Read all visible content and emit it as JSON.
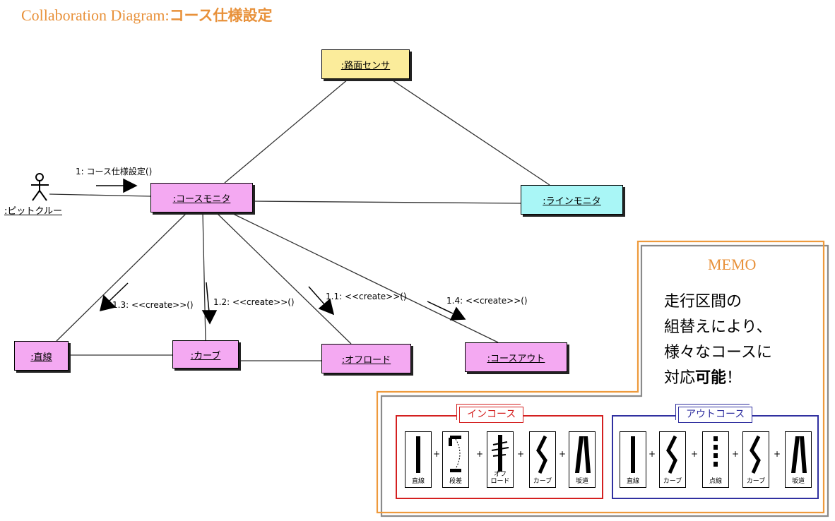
{
  "title": {
    "prefix": "Collaboration Diagram:",
    "main": "コース仕様設定"
  },
  "objects": {
    "sensor": ":路面センサ",
    "course_monitor": ":コースモニタ",
    "line_monitor": ":ラインモニタ",
    "straight": ":直線",
    "curve": ":カーブ",
    "offroad": ":オフロード",
    "course_out": ":コースアウト"
  },
  "actor": ":ピットクルー",
  "messages": {
    "m1": "1: コース仕様設定()",
    "m11": "1.1: <<create>>()",
    "m12": "1.2: <<create>>()",
    "m13": "1.3: <<create>>()",
    "m14": "1.4: <<create>>()"
  },
  "memo": {
    "title": "MEMO",
    "lines": [
      "走行区間の",
      "組替えにより、",
      "様々なコースに",
      "対応可能！"
    ]
  },
  "in_course": {
    "label": "インコース",
    "color": "#d42020",
    "tiles": [
      {
        "label": "直線",
        "icon": "straight-track"
      },
      {
        "label": "段差",
        "icon": "bump-track"
      },
      {
        "label": "オフ\nロード",
        "icon": "offroad-track"
      },
      {
        "label": "カーブ",
        "icon": "curve-track"
      },
      {
        "label": "坂道",
        "icon": "slope-track"
      }
    ]
  },
  "out_course": {
    "label": "アウトコース",
    "color": "#3030a0",
    "tiles": [
      {
        "label": "直線",
        "icon": "straight-track"
      },
      {
        "label": "カーブ",
        "icon": "curve-track"
      },
      {
        "label": "点線",
        "icon": "dotted-track"
      },
      {
        "label": "カーブ",
        "icon": "curve-track"
      },
      {
        "label": "坂道",
        "icon": "slope-track"
      }
    ]
  },
  "plus_sign": "+"
}
